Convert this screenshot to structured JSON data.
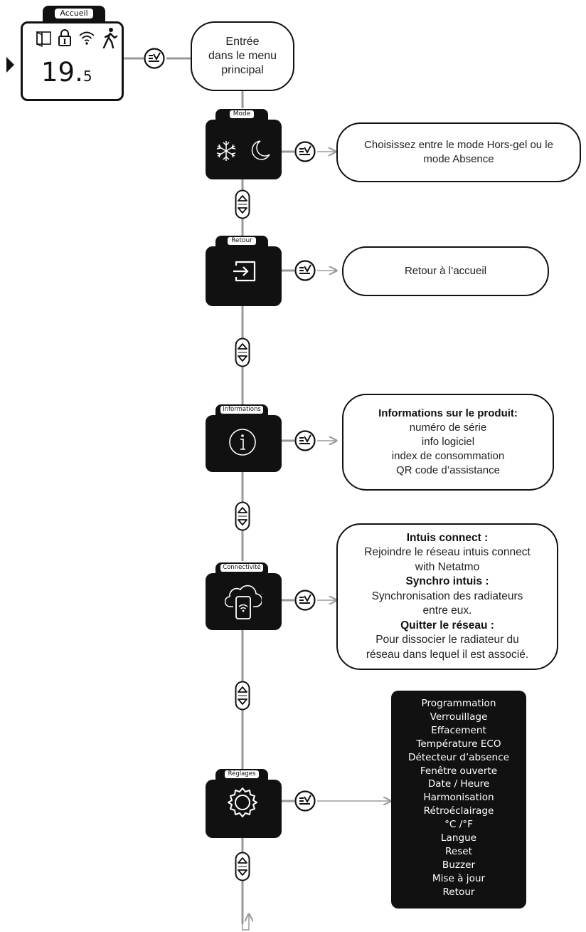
{
  "home": {
    "tab_label": "Accueil",
    "temp_main": "19.",
    "temp_decimal": "5",
    "icons": [
      "window-open-icon",
      "lock-icon",
      "wifi-icon",
      "presence-icon"
    ]
  },
  "entry_bubble": {
    "line1": "Entrée",
    "line2": "dans le menu",
    "line3": "principal"
  },
  "menu": [
    {
      "tab": "Mode",
      "icons": [
        "snowflake-icon",
        "moon-icon"
      ],
      "description": [
        "Choisissez entre le mode Hors-gel ou le",
        "mode Absence"
      ]
    },
    {
      "tab": "Retour",
      "icons": [
        "exit-icon"
      ],
      "description": [
        "Retour à l’accueil"
      ]
    },
    {
      "tab": "Informations",
      "icons": [
        "info-icon"
      ],
      "description_title": "Informations sur le produit:",
      "description": [
        "numéro de série",
        "info logiciel",
        "index de consommation",
        "QR code d’assistance"
      ]
    },
    {
      "tab": "Connectivité",
      "icons": [
        "cloud-phone-wifi-icon"
      ],
      "sections": [
        {
          "title": "Intuis connect :",
          "lines": [
            "Rejoindre le réseau  intuis connect",
            "with Netatmo"
          ]
        },
        {
          "title": "Synchro intuis :",
          "lines": [
            "Synchronisation des radiateurs",
            "entre eux."
          ]
        },
        {
          "title": "Quitter le réseau  :",
          "lines": [
            "Pour dissocier le radiateur du",
            "réseau dans lequel il est associé."
          ]
        }
      ]
    },
    {
      "tab": "Réglages",
      "icons": [
        "gear-icon"
      ],
      "settings": [
        "Programmation",
        "Verrouillage",
        "Effacement",
        "Température ECO",
        "Détecteur d’absence",
        "Fenêtre ouverte",
        "Date / Heure",
        "Harmonisation",
        "Rétroéclairage",
        "°C /°F",
        "Langue",
        "Reset",
        "Buzzer",
        "Mise à jour",
        "Retour"
      ]
    }
  ],
  "colors": {
    "device": "#111111",
    "connector": "#9a9a9a",
    "background": "#ffffff"
  }
}
